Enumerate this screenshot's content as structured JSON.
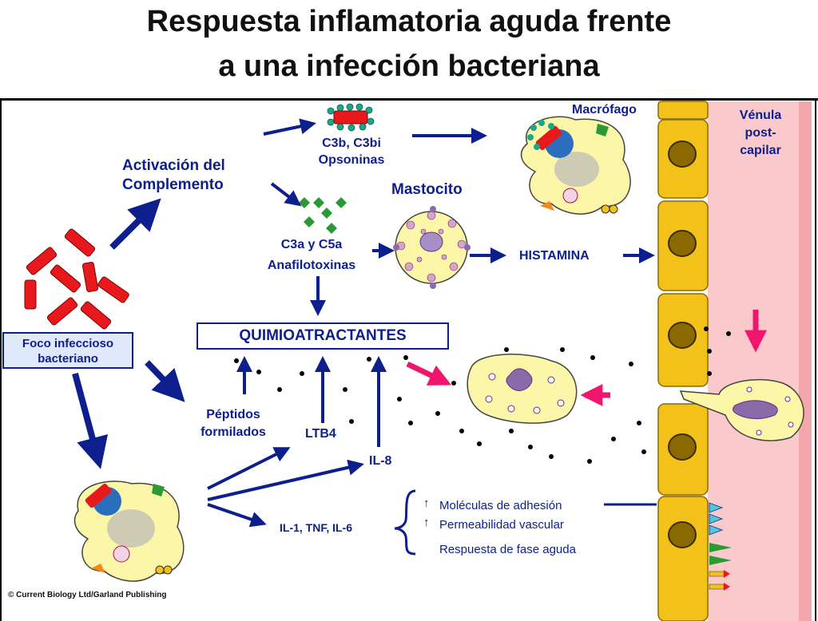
{
  "title": {
    "line1": "Respuesta inflamatoria aguda frente",
    "line2": "a una infección bacteriana"
  },
  "labels": {
    "activacion_line1": "Activación del",
    "activacion_line2": "Complemento",
    "c3b_line1": "C3b, C3bi",
    "c3b_line2": "Opsoninas",
    "macrofago": "Macrófago",
    "venula_line1": "Vénula",
    "venula_line2": "post-",
    "venula_line3": "capilar",
    "mastocito": "Mastocito",
    "c3a_line1": "C3a y C5a",
    "c3a_line2": "Anafilotoxinas",
    "histamina": "HISTAMINA",
    "foco_line1": "Foco infeccioso",
    "foco_line2": "bacteriano",
    "quimio": "QUIMIOATRACTANTES",
    "peptidos_line1": "Péptidos",
    "peptidos_line2": "formilados",
    "ltb4": "LTB4",
    "il8": "IL-8",
    "il1": "IL-1, TNF, IL-6",
    "moleculas": "Moléculas de adhesión",
    "permeabilidad": "Permeabilidad vascular",
    "respuesta": "Respuesta de fase aguda",
    "up_arrow": "↑",
    "credit": "© Current Biology Ltd/Garland Publishing"
  },
  "colors": {
    "navy": "#0d1f8c",
    "bacteria": "#e8191d",
    "cell": "#fbf6a8",
    "endothelium": "#f2c21b",
    "lumen": "#f9c9cc",
    "magenta": "#f0166e",
    "green": "#2c9a34",
    "nucleus": "#a78fc6",
    "nucleus_dark": "#6a2c8c"
  }
}
